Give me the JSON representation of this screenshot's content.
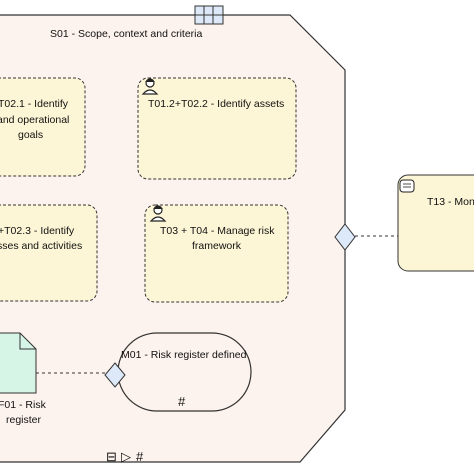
{
  "stage": {
    "title": "S01 - Scope, context and criteria"
  },
  "tasks": [
    {
      "id": "t-objectives",
      "line1": "T02.1 - Identify",
      "line2": "and operational",
      "line3": "goals"
    },
    {
      "id": "t-assets",
      "line1": "T01.2+T02.2 - Identify assets",
      "line2": "",
      "line3": ""
    },
    {
      "id": "t-processes",
      "line1": "+T02.3 - Identify",
      "line2": "sses and activities",
      "line3": ""
    },
    {
      "id": "t-framework",
      "line1": "T03 + T04 - Manage risk",
      "line2": "framework",
      "line3": ""
    }
  ],
  "milestone": {
    "label": "M01 - Risk register defined",
    "marker": "#"
  },
  "artifact": {
    "line1": "F01 - Risk",
    "line2": "register"
  },
  "external_task": {
    "label": "T13 - Mon"
  },
  "footer_markers": {
    "collapse": "⊟",
    "play": "▷",
    "hash": "#"
  },
  "colors": {
    "stage_fill": "#fdf3ee",
    "task_fill": "#fdf6d6",
    "artifact_fill": "#d6f5e6",
    "decision_fill": "#dde8f8",
    "stroke": "#333333"
  }
}
